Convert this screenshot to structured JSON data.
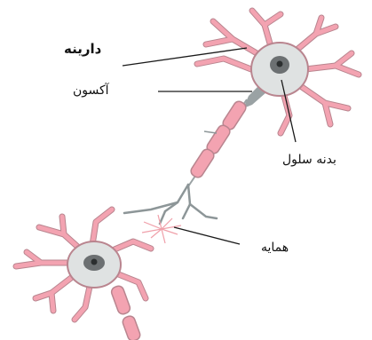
{
  "labels": {
    "dendrite": "دارینه",
    "axon": "آکسون",
    "cell_body": "بدنه سلول",
    "synapse": "همایه"
  },
  "colors": {
    "membrane": "#f3a3b1",
    "membrane_outline": "#b9858f",
    "cell_body": "#dfe2e2",
    "nucleus": "#6c7072",
    "terminal_branch": "#8d9698",
    "synapse_burst": "#f0a0aa",
    "leader_line": "#1a1a1a"
  }
}
